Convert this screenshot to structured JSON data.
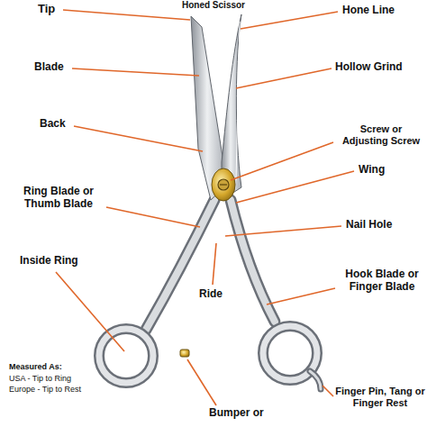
{
  "diagram": {
    "title": "Honed Scissor",
    "labels": [
      "Tip",
      "Blade",
      "Back",
      "Ring Blade or Thumb Blade",
      "Inside Ring",
      "Hone Line",
      "Hollow Grind",
      "Screw or Adjusting Screw",
      "Wing",
      "Nail Hole",
      "Ride",
      "Hook Blade or Finger Blade",
      "Bumper or",
      "Finger Pin, Tang or Finger Rest",
      "Measured As:",
      "USA - Tip to Ring",
      "Europe - Tip to Rest"
    ]
  }
}
